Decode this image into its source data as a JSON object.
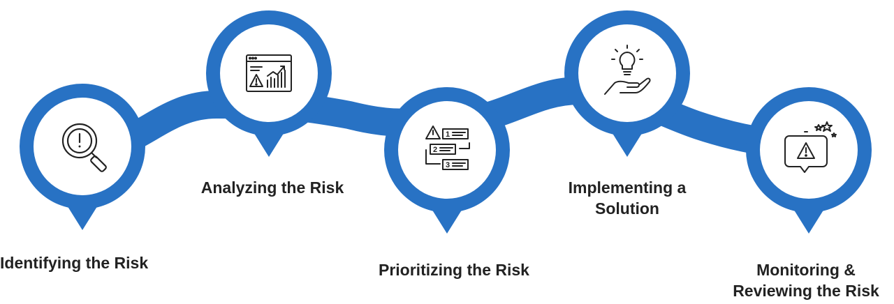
{
  "colors": {
    "accent": "#2872c4",
    "circle": "#ffffff",
    "icon": "#222222",
    "text": "#222222"
  },
  "steps": [
    {
      "label_lines": [
        "Identifying the Risk"
      ],
      "icon": "magnifier-warning-icon"
    },
    {
      "label_lines": [
        "Analyzing the Risk"
      ],
      "icon": "browser-chart-warning-icon"
    },
    {
      "label_lines": [
        "Prioritizing the Risk"
      ],
      "icon": "numbered-priority-list-icon"
    },
    {
      "label_lines": [
        "Implementing a",
        "Solution"
      ],
      "icon": "lightbulb-hand-icon"
    },
    {
      "label_lines": [
        "Monitoring &",
        "Reviewing the Risk"
      ],
      "icon": "alert-bubble-stars-icon"
    }
  ]
}
